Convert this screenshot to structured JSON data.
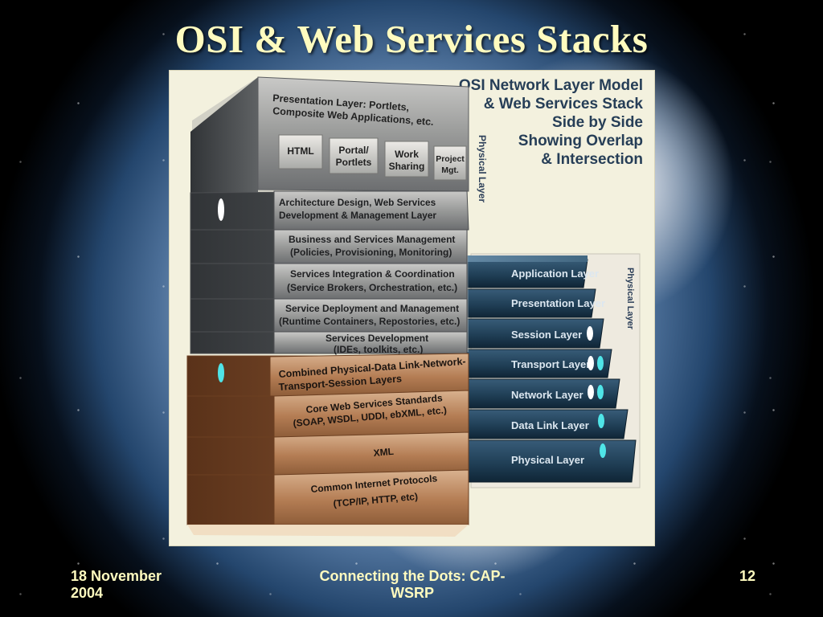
{
  "slide": {
    "title": "OSI & Web Services Stacks",
    "footer": {
      "date_line1": "18 November",
      "date_line2": "2004",
      "center_line1": "Connecting the Dots: CAP-",
      "center_line2": "WSRP",
      "page_number": "12"
    }
  },
  "diagram": {
    "caption_lines": [
      "OSI Network Layer Model",
      "& Web Services Stack",
      "Side by Side",
      "Showing Overlap",
      "& Intersection"
    ],
    "web_stack": {
      "presentation_layer": [
        "Presentation Layer: Portlets,",
        "Composite Web Applications, etc."
      ],
      "presentation_tiles": [
        [
          "HTML"
        ],
        [
          "Portal/",
          "Portlets"
        ],
        [
          "Work",
          "Sharing"
        ],
        [
          "Project",
          "Mgt."
        ]
      ],
      "architecture_layer": [
        "Architecture Design, Web Services",
        "Development & Management Layer"
      ],
      "business_layer": [
        "Business and Services Management",
        "(Policies, Provisioning, Monitoring)"
      ],
      "integration_layer": [
        "Services Integration & Coordination",
        "(Service Brokers, Orchestration, etc.)"
      ],
      "deployment_layer": [
        "Service Deployment and Management",
        "(Runtime Containers, Repostories, etc.)"
      ],
      "development_layer": [
        "Services Development",
        "(IDEs, toolkits, etc.)"
      ],
      "combined_layer": [
        "Combined Physical-Data Link-Network-",
        "Transport-Session Layers"
      ],
      "core_layer": [
        "Core Web Services Standards",
        "(SOAP, WSDL, UDDI, ebXML, etc.)"
      ],
      "xml_layer": [
        "XML"
      ],
      "protocols_layer": [
        "Common Internet Protocols",
        "(TCP/IP, HTTP, etc)"
      ],
      "side_label": "Physical Layer"
    },
    "osi_stack": {
      "layers": [
        "Application Layer",
        "Presentation Layer",
        "Session Layer",
        "Transport Layer",
        "Network Layer",
        "Data Link Layer",
        "Physical Layer"
      ],
      "side_label": "Physical Layer"
    }
  }
}
